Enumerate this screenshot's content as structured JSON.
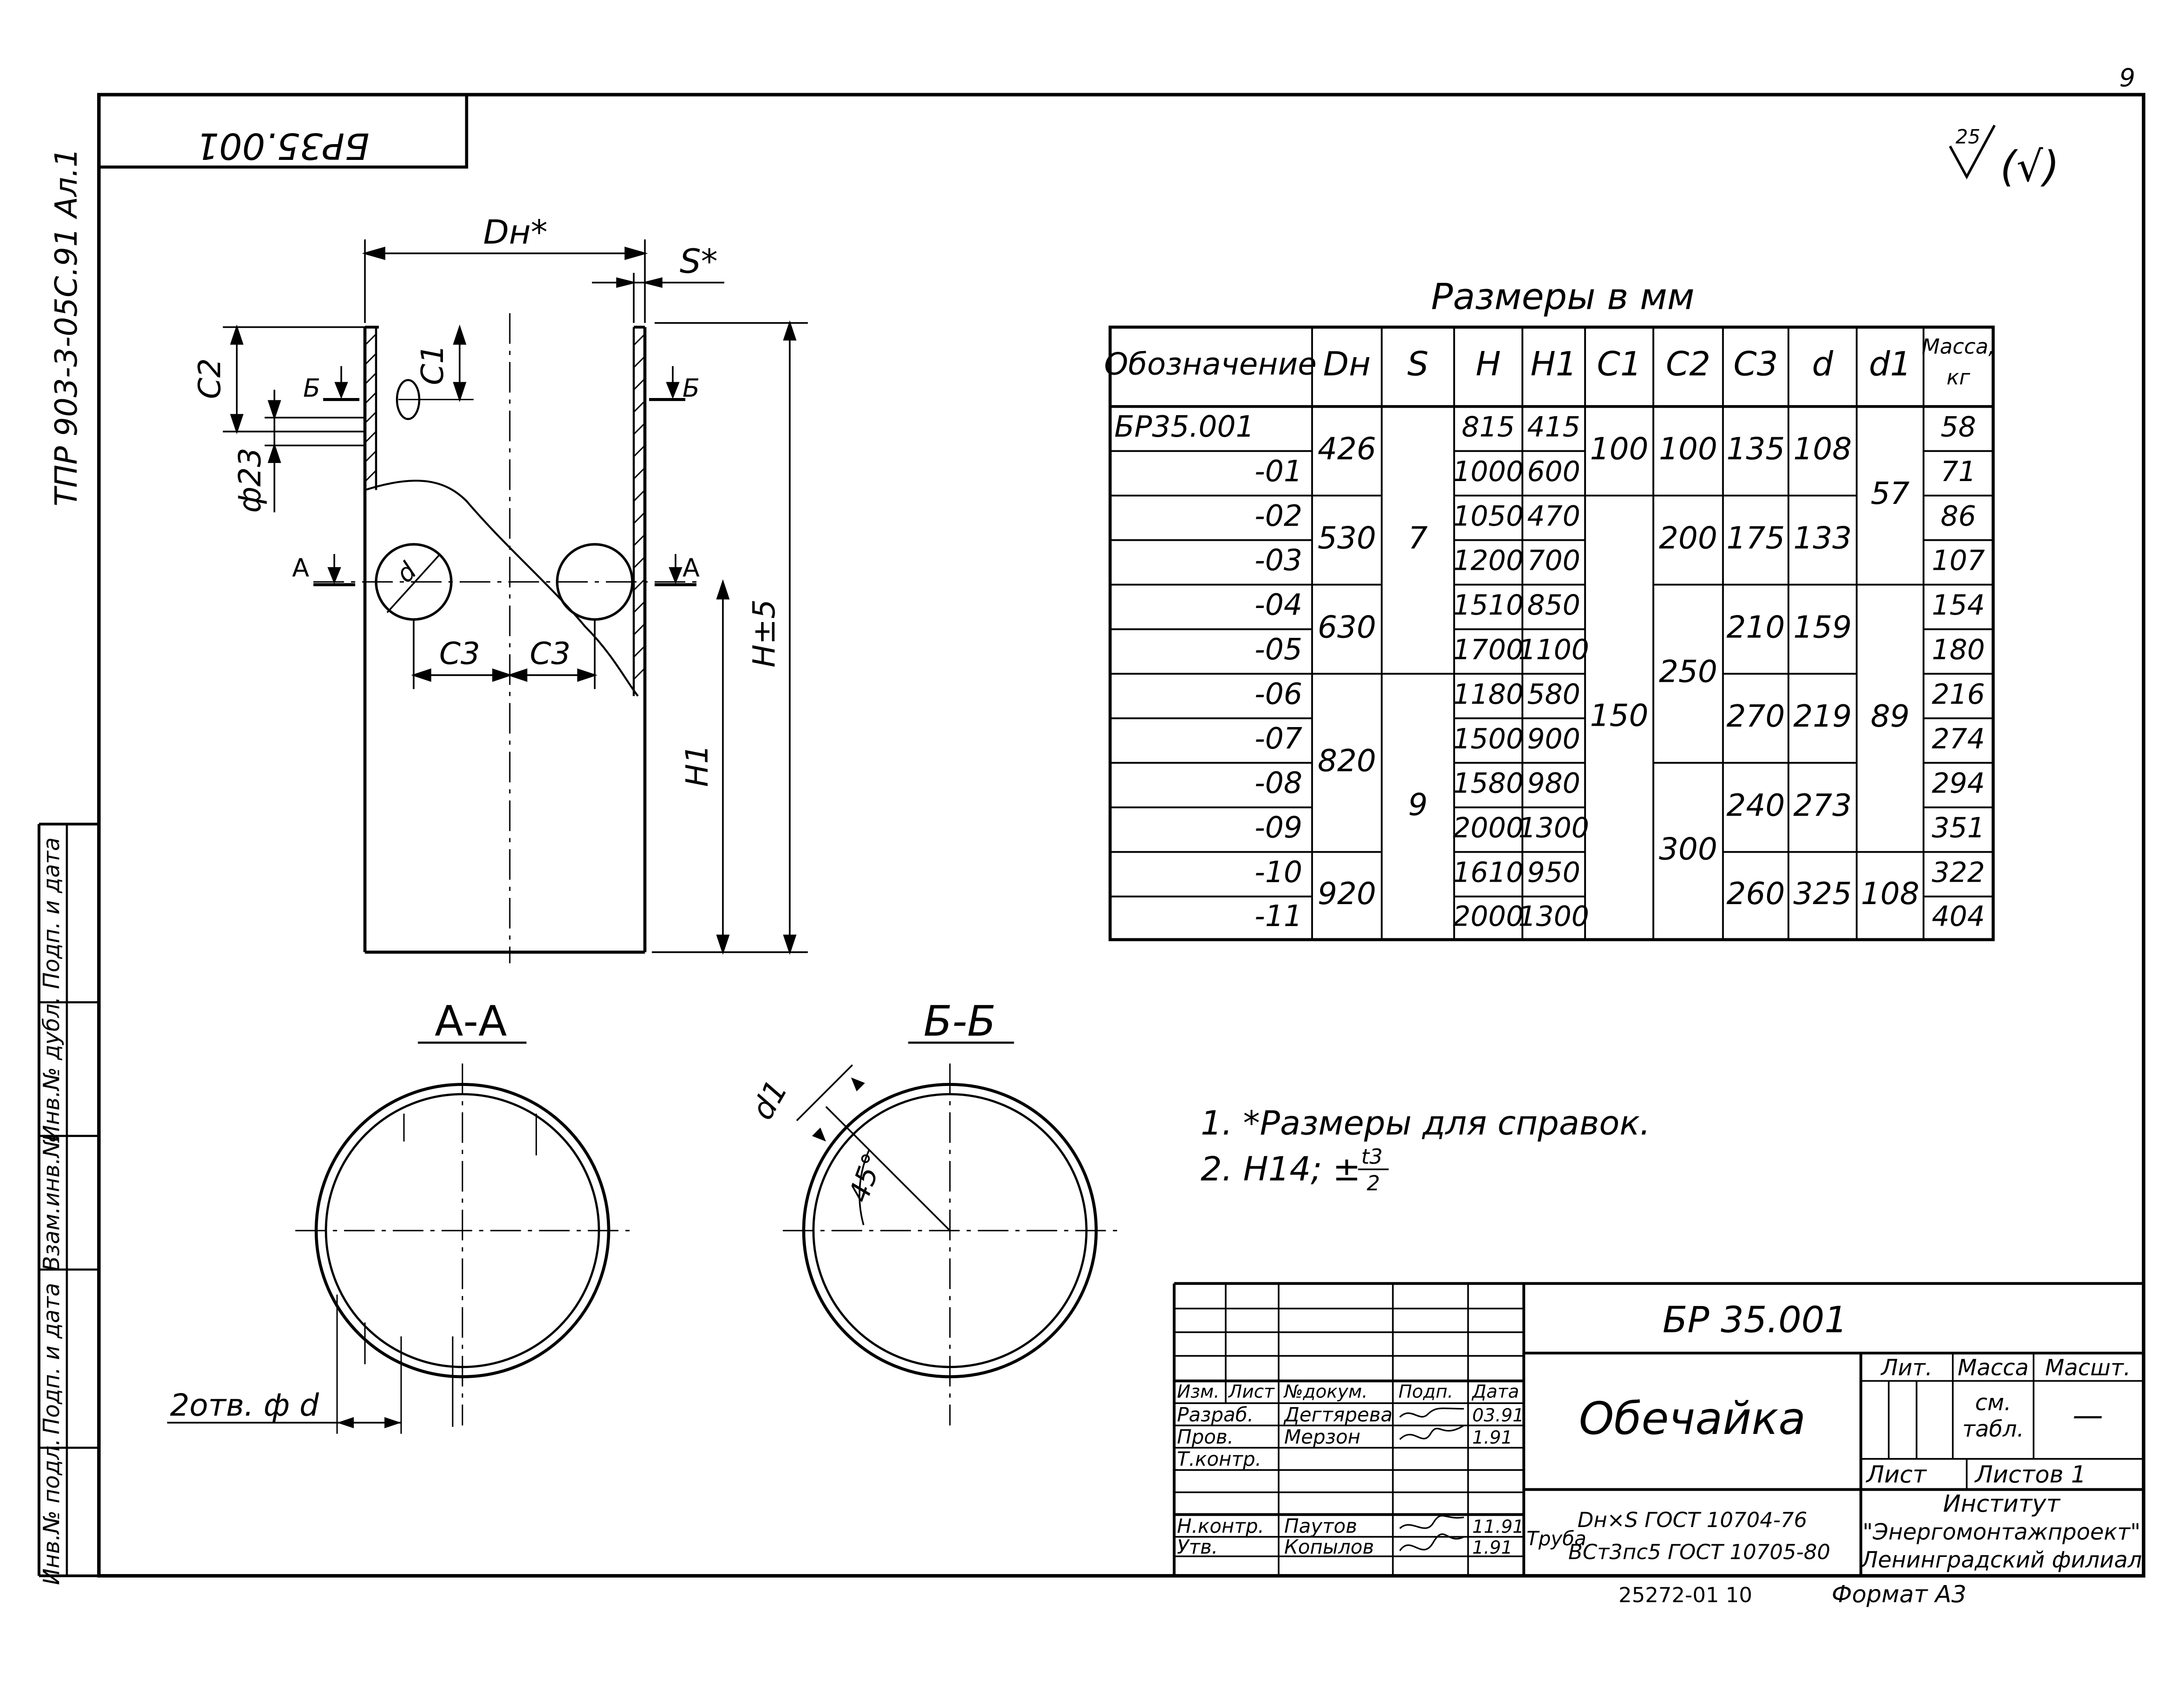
{
  "page_number": "9",
  "top_stamp": "БР35.001",
  "side_code": "ТПР 903-3-05С.91 Ал.1",
  "roughness": {
    "value": "25",
    "suffix": "(√)"
  },
  "drawing": {
    "label_dn": "Dн*",
    "label_s": "S*",
    "label_c1": "C1",
    "label_c2": "C2",
    "label_c3a": "C3",
    "label_c3b": "C3",
    "label_d": "d",
    "label_d23": "ф23",
    "label_h": "H±5",
    "label_h1": "H1",
    "cut_a_left": "A",
    "cut_a_right": "A",
    "cut_b_left": "Б",
    "cut_b_right": "Б",
    "section_aa": "А-А",
    "section_bb": "Б-Б",
    "holes_note": "2отв. ф d",
    "label_d1": "d1",
    "angle": "45°"
  },
  "table": {
    "caption": "Размеры в мм",
    "headers": [
      "Обозначение",
      "Dн",
      "S",
      "H",
      "H1",
      "C1",
      "C2",
      "C3",
      "d",
      "d1",
      "Масса, кг"
    ],
    "designations": [
      "БР35.001",
      "-01",
      "-02",
      "-03",
      "-04",
      "-05",
      "-06",
      "-07",
      "-08",
      "-09",
      "-10",
      "-11"
    ],
    "dn": [
      "426",
      "530",
      "630",
      "820",
      "920"
    ],
    "s": [
      "7",
      "9"
    ],
    "h": [
      "815",
      "1000",
      "1050",
      "1200",
      "1510",
      "1700",
      "1180",
      "1500",
      "1580",
      "2000",
      "1610",
      "2000"
    ],
    "h1": [
      "415",
      "600",
      "470",
      "700",
      "850",
      "1100",
      "580",
      "900",
      "980",
      "1300",
      "950",
      "1300"
    ],
    "c1": [
      "100",
      "150"
    ],
    "c2": [
      "100",
      "200",
      "250",
      "300"
    ],
    "c3": [
      "135",
      "175",
      "210",
      "270",
      "240",
      "260"
    ],
    "d": [
      "108",
      "133",
      "159",
      "219",
      "273",
      "325"
    ],
    "d1": [
      "57",
      "89",
      "108"
    ],
    "mass": [
      "58",
      "71",
      "86",
      "107",
      "154",
      "180",
      "216",
      "274",
      "294",
      "351",
      "322",
      "404"
    ]
  },
  "notes": {
    "line1": "1. *Размеры для справок.",
    "line2_pre": "2. H14; ±",
    "line2_num": "t3",
    "line2_den": "2"
  },
  "title_block": {
    "doc_number": "БР 35.001",
    "name": "Обечайка",
    "headers": [
      "Изм.",
      "Лист",
      "№докум.",
      "Подп.",
      "Дата"
    ],
    "roles": [
      "Разраб.",
      "Пров.",
      "Т.контр.",
      "",
      "Н.контр.",
      "Утв."
    ],
    "names": [
      "Дегтярева",
      "Мерзон",
      "",
      "",
      "Паутов",
      "Копылов"
    ],
    "dates": [
      "03.91",
      "1.91",
      "",
      "",
      "11.91",
      "1.91"
    ],
    "lit_label": "Лит.",
    "mass_label": "Масса",
    "scale_label": "Масшт.",
    "mass_value_1": "см.",
    "mass_value_2": "табл.",
    "scale_value": "—",
    "sheet_label": "Лист",
    "sheets_label": "Листов 1",
    "material_pipe": "Труба",
    "material_1": "Dн×S ГОСТ 10704-76",
    "material_2": "ВСт3пс5 ГОСТ 10705-80",
    "org_1": "Институт",
    "org_2": "\"Энергомонтажпроект\"",
    "org_3": "Ленинградский филиал"
  },
  "side_stamp": [
    "Подп. и дата",
    "Инв.№ дубл.",
    "Взам.инв.№",
    "Подп. и дата",
    "Инв.№ подл."
  ],
  "bottom": {
    "code": "25272-01 10",
    "format": "Формат А3"
  }
}
